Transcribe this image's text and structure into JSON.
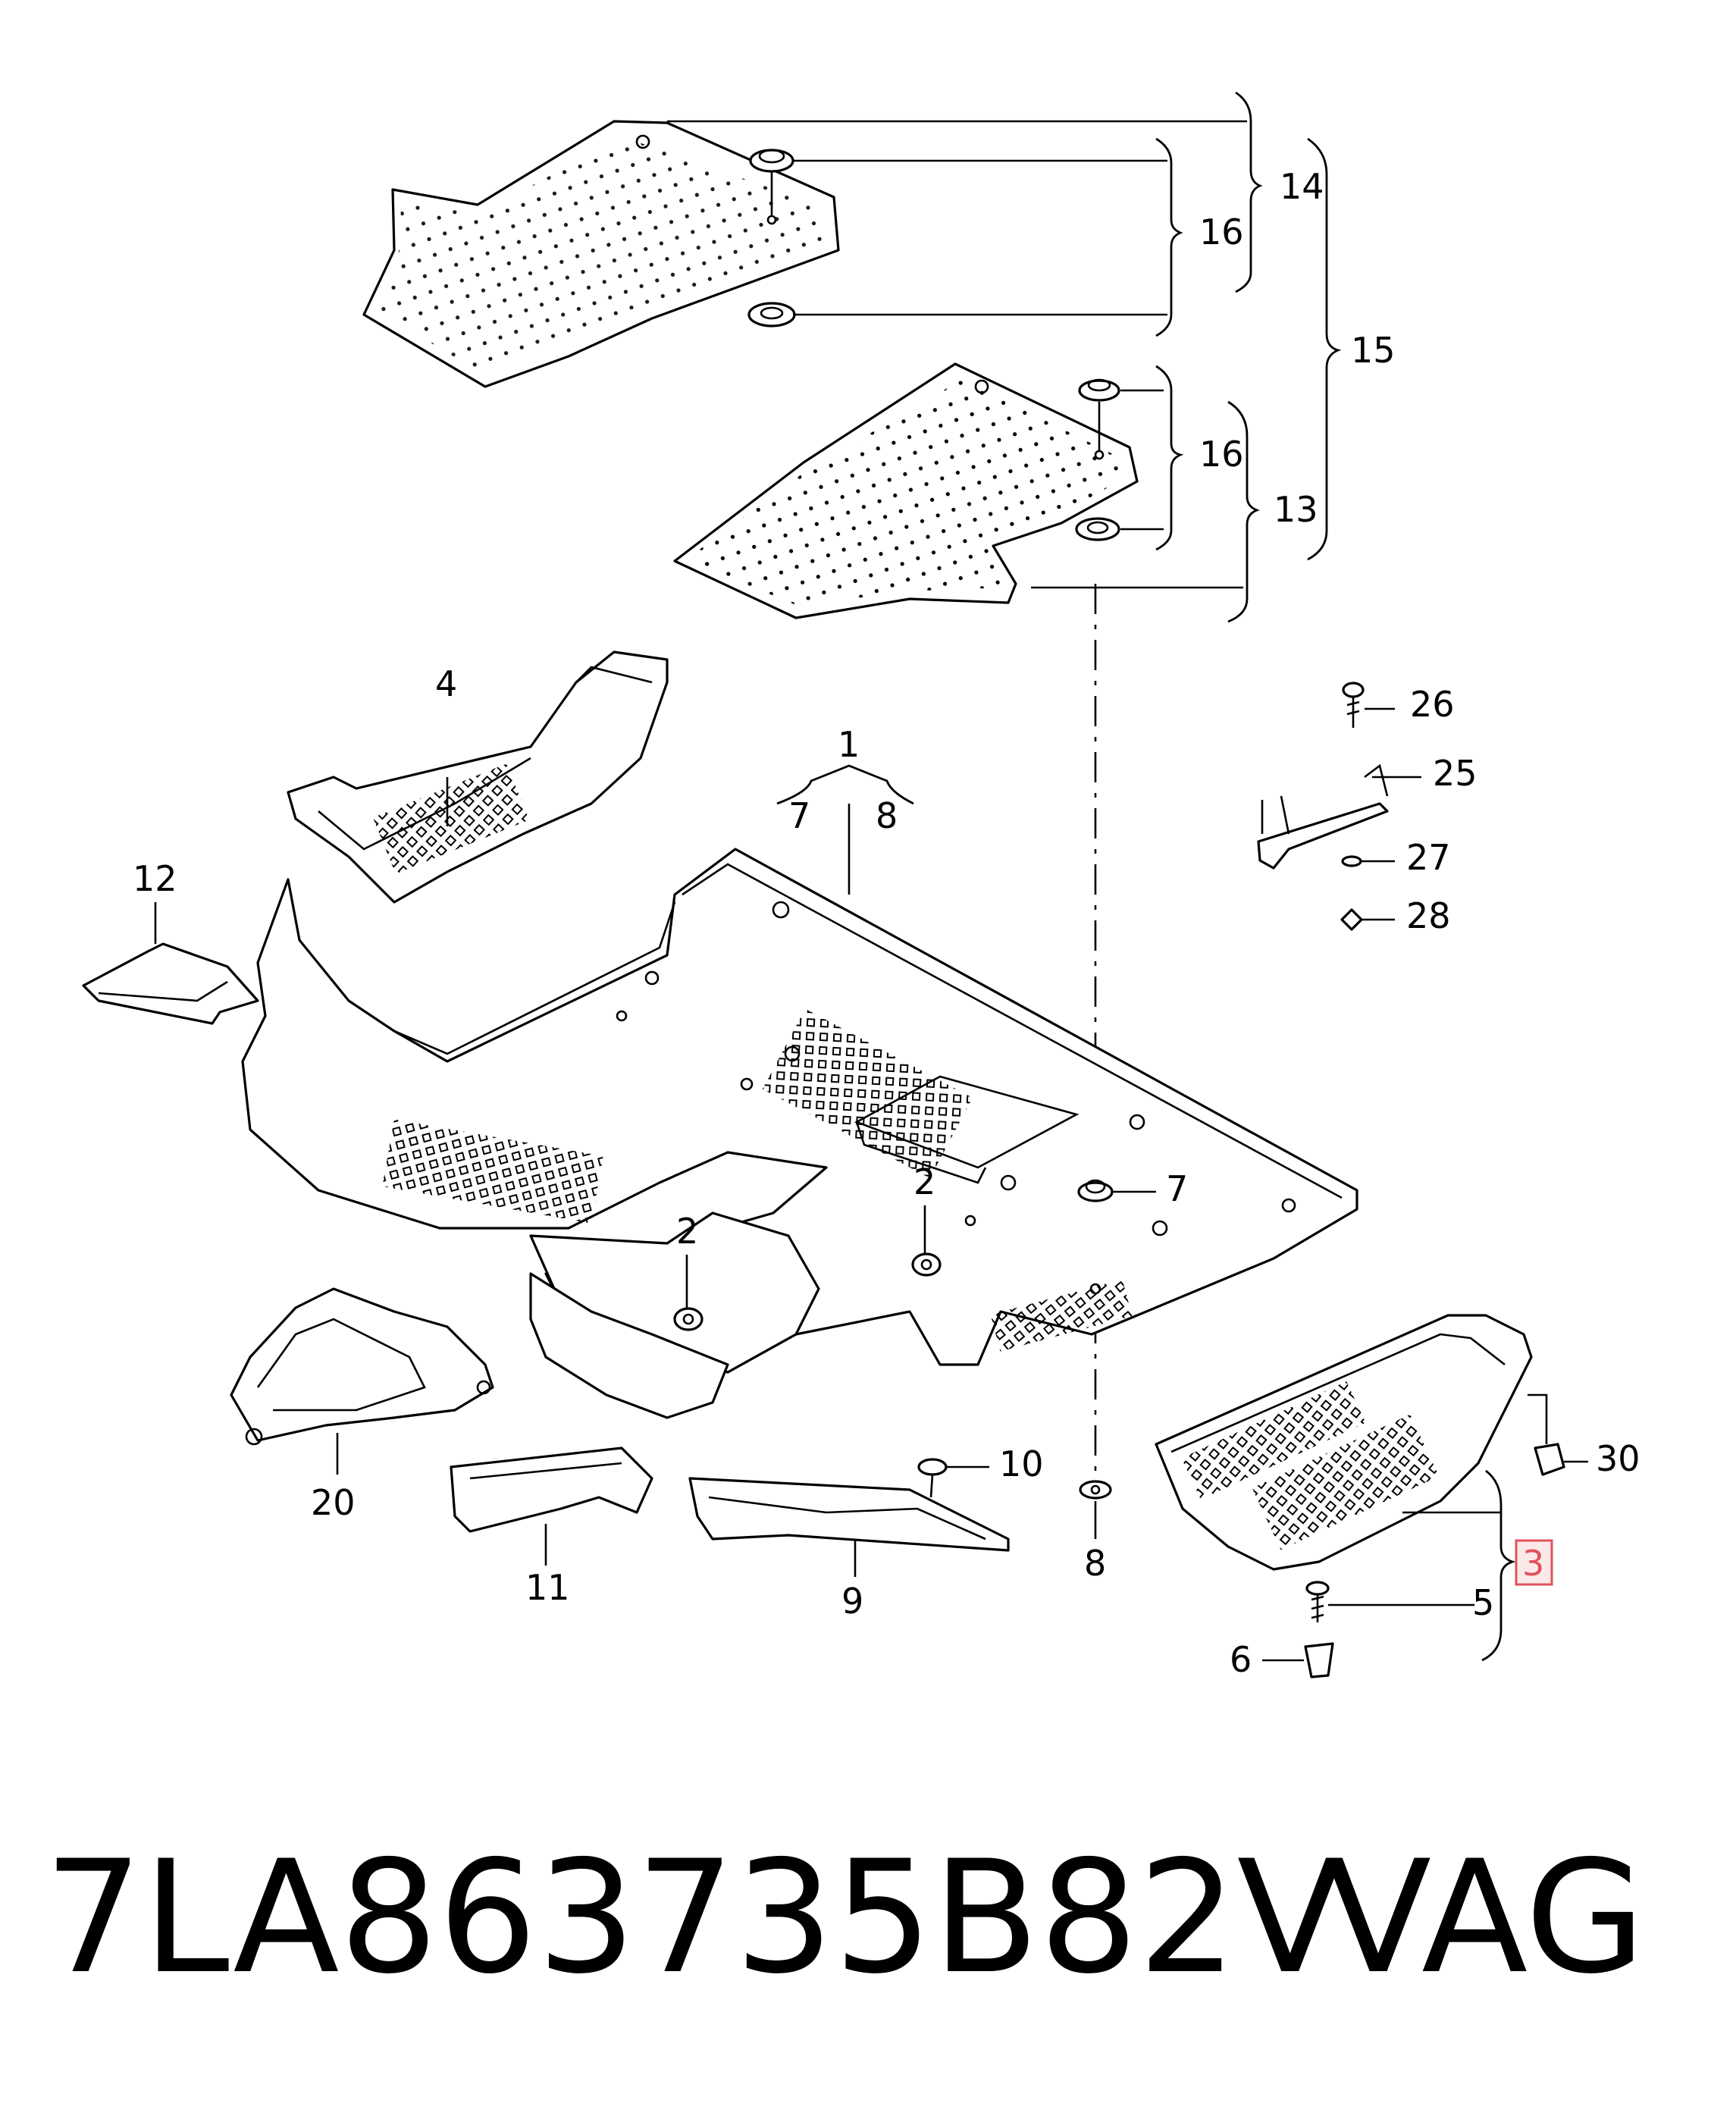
{
  "callouts": {
    "c1": "1",
    "c2a": "2",
    "c2b": "2",
    "c3": "3",
    "c4": "4",
    "c5": "5",
    "c6": "6",
    "c7a": "7",
    "c7b": "7",
    "c8a": "8",
    "c8b": "8",
    "c9": "9",
    "c10": "10",
    "c11": "11",
    "c12": "12",
    "c13": "13",
    "c14": "14",
    "c15": "15",
    "c16a": "16",
    "c16b": "16",
    "c20": "20",
    "c25": "25",
    "c26": "26",
    "c27": "27",
    "c28": "28",
    "c30": "30"
  },
  "highlight": {
    "callout": "3",
    "color": "#e0525a"
  },
  "part_number": {
    "code": "7LA863735B82V",
    "brand": "VAG"
  }
}
